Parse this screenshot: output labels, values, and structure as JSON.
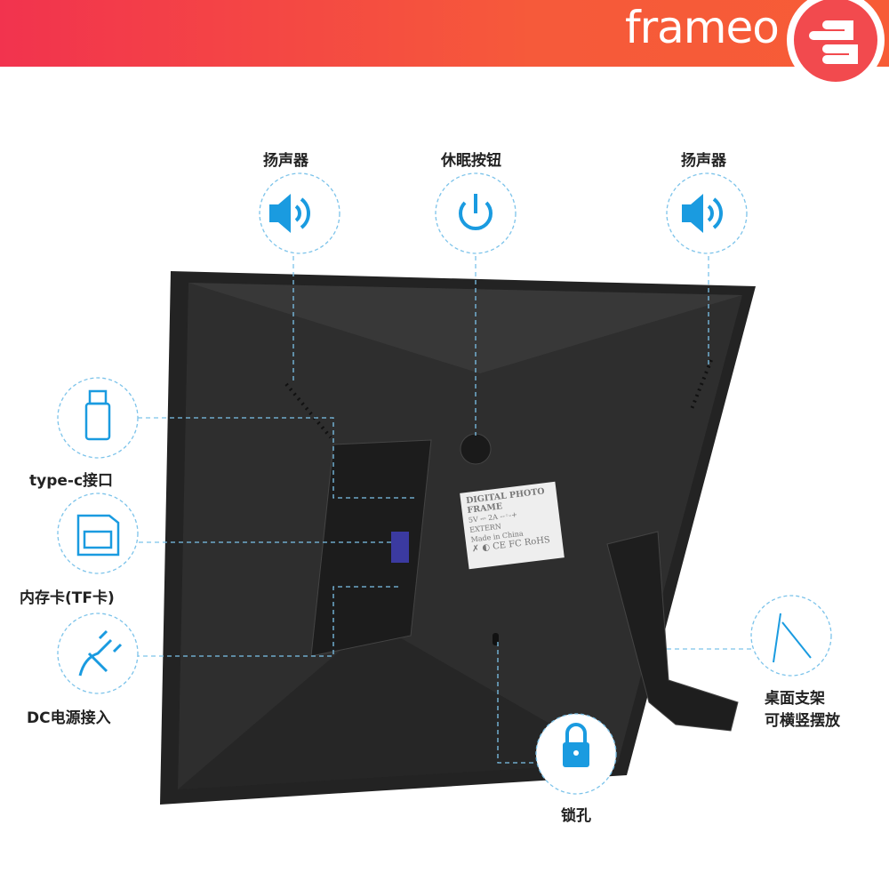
{
  "brand": {
    "name": "frameo",
    "colors": {
      "left": "#f2334e",
      "right": "#f75c36"
    }
  },
  "accent": "#1a9be0",
  "callouts": [
    {
      "id": "speaker-left",
      "label": "扬声器",
      "icon": "speaker-icon"
    },
    {
      "id": "sleep-button",
      "label": "休眠按钮",
      "icon": "power-icon"
    },
    {
      "id": "speaker-right",
      "label": "扬声器",
      "icon": "speaker-icon"
    },
    {
      "id": "type-c",
      "label": "type-c接口",
      "icon": "usb-icon"
    },
    {
      "id": "tf-card",
      "label": "内存卡(TF卡)",
      "icon": "sd-card-icon"
    },
    {
      "id": "dc-power",
      "label": "DC电源接入",
      "icon": "plug-icon"
    },
    {
      "id": "stand",
      "label": "桌面支架",
      "label2": "可横竖摆放",
      "icon": "stand-icon"
    },
    {
      "id": "lock",
      "label": "锁孔",
      "icon": "lock-icon"
    }
  ],
  "product_label": {
    "title": "DIGITAL PHOTO FRAME",
    "line1": "5V ⎓ 2A",
    "line1b": "--◦-+",
    "line2": "EXTERN",
    "line3": "Made in China",
    "marks": "✗ ◐ CE FC RoHS"
  }
}
